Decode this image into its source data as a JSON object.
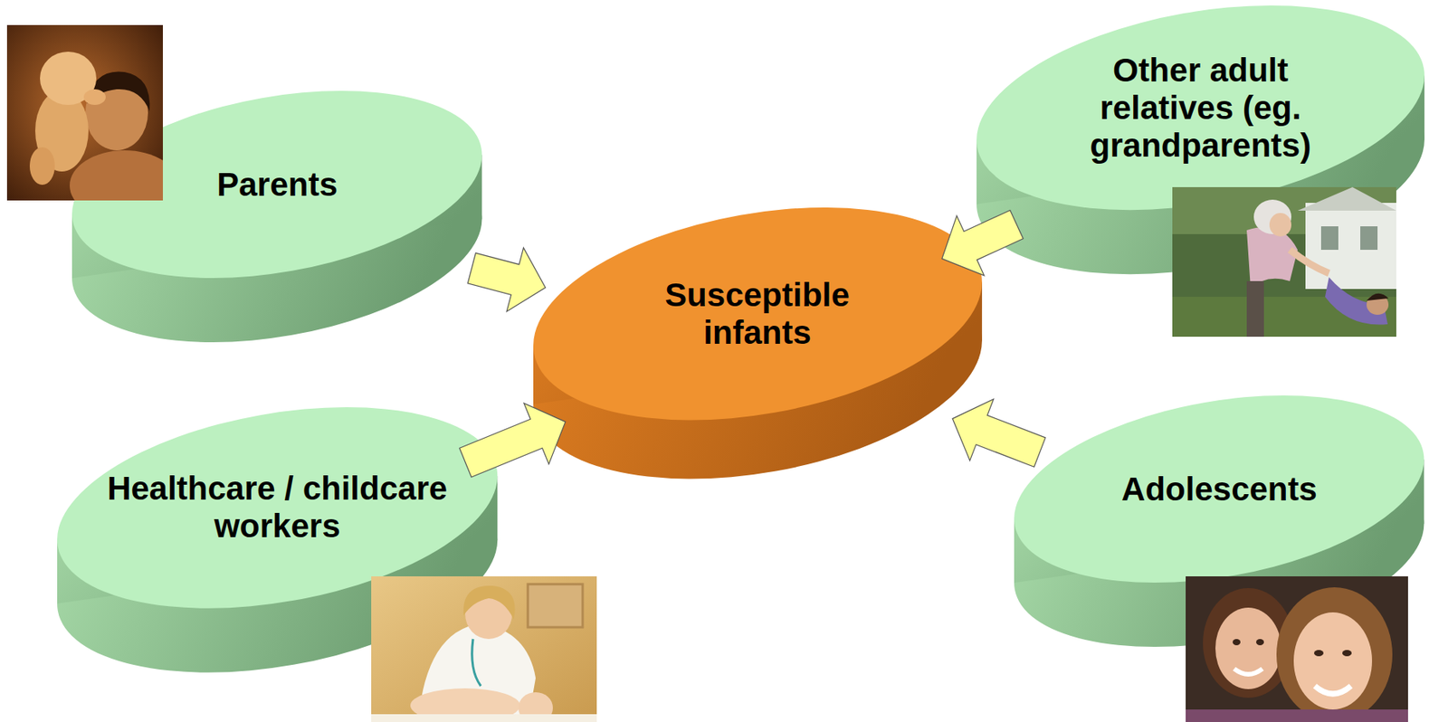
{
  "diagram": {
    "nodes": [
      {
        "text": [
          "Parents"
        ]
      },
      {
        "text": [
          "Other adult relatives (eg. grandparents)"
        ]
      },
      {
        "text": [
          "Susceptible infants"
        ]
      },
      {
        "text": [
          "Healthcare / childcare workers"
        ]
      },
      {
        "text": [
          "Adolescents"
        ]
      }
    ],
    "edges": [
      {
        "from": 0,
        "to": 2,
        "arrow": "to"
      },
      {
        "from": 1,
        "to": 2,
        "arrow": "to"
      },
      {
        "from": 3,
        "to": 2,
        "arrow": "to"
      },
      {
        "from": 4,
        "to": 2,
        "arrow": "to"
      }
    ]
  }
}
